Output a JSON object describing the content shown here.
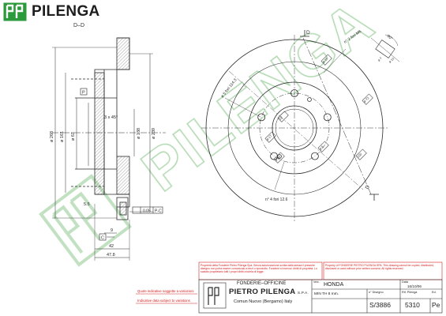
{
  "brand": {
    "name": "PILENGA",
    "watermark": "PILENGA"
  },
  "drawing": {
    "section_label": "D–D",
    "section_marker": "D",
    "dims_side": {
      "d_outer": "ø 268",
      "d_161": "ø 161",
      "d_61": "ø 61",
      "d_138": "ø 138",
      "d_239": "ø 239",
      "chamfer": "3 x 45°",
      "dim_55": "5.5",
      "tol": "0.05",
      "tol_ref": "P-C",
      "dim_9": "9",
      "dim_c": "C",
      "dim_42": "42",
      "dim_478": "47.8",
      "mark_p": "P"
    },
    "dims_front": {
      "holes_label": "n° 2 fori M6",
      "holes_angle": "90°",
      "pcd_label": "ø 5 fori 114.3",
      "hole_label": "ø 88",
      "small_label": "n° 4 fori 12.6",
      "box_a": "ø 10",
      "box_b": "ø 73",
      "box_c": "100",
      "box_d": "22",
      "box_e": "ø 17",
      "box_f": "ø 50",
      "box_g": "ø 6",
      "detail_dim": "ø 7",
      "detail_dim2": "ø 10"
    }
  },
  "notice": {
    "it": "Proprietà della Fonderie Pietro Pilenga Spa. Senza autorizzazione scritta dalla stessa il presente disegno non potrà essere comunicato a terzi o riprodotto. Fonderie si riserva i diritti di proprietà. Lo scalato proprietario tutti i propri diritti a tutela di legge.",
    "en": "Property of FONDERIE PIETRO PILENGA SPA. This drawing cannot be copied, distributed, disclosed or used without prior written consent. All rights reserved."
  },
  "title_block": {
    "foundry": "FONDERIE–OFFICINE",
    "company": "PIETRO PILENGA",
    "company_suffix": "S.P.A.",
    "address": "Comun Nuovo (Bergamo) Italy",
    "note_red_1": "Quote indicative soggette a variazioni",
    "note_red_2": "Indicative data subject to variations",
    "vehicle_label": "Veic.",
    "vehicle": "HONDA",
    "min_th": "MIN TH 8 mm.",
    "disegno_label": "n° Disegno",
    "disegno": "S/3886",
    "data_label": "Data",
    "data": "16/10/06",
    "rif_label": "Rif. Pilenga",
    "rif": "5310",
    "ed_label": "Ed.",
    "ed": "Pe"
  },
  "colors": {
    "line": "#2a2a2a",
    "watermark": "#a8d5a8",
    "red": "#d22020",
    "hatch": "#777777"
  }
}
